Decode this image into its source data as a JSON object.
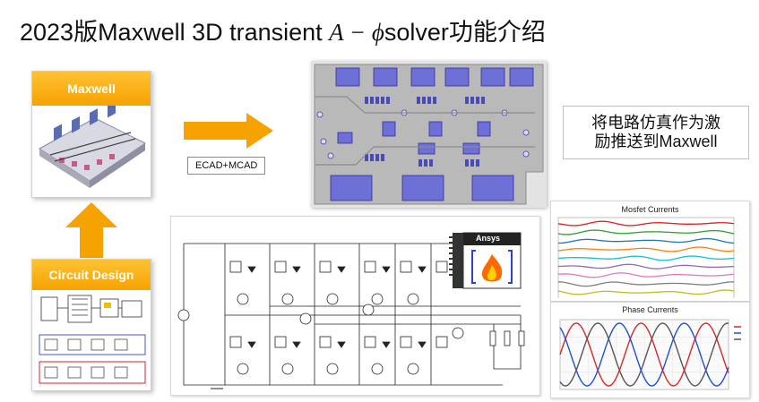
{
  "title": {
    "prefix": "2023版Maxwell 3D transient ",
    "math": "A − ϕ",
    "suffix": "solver功能介绍"
  },
  "maxwell_card": {
    "label": "Maxwell"
  },
  "circuit_card": {
    "label": "Circuit Design"
  },
  "arrow": {
    "label": "ECAD+MCAD"
  },
  "note": {
    "line1": "将电路仿真作为激",
    "line2": "励推送到Maxwell"
  },
  "schematic": {
    "logo": "Ansys"
  },
  "mosfet_chart": {
    "title": "Mosfet Currents",
    "colors": [
      "#e41a1c",
      "#2ca02c",
      "#1f77b4",
      "#ff7f0e",
      "#17becf",
      "#9467bd",
      "#e377c2",
      "#7f7f7f",
      "#bcbd22"
    ]
  },
  "phase_chart": {
    "title": "Phase Currents",
    "colors": [
      "#d62728",
      "#1f4fd6",
      "#555555"
    ]
  },
  "colors": {
    "orange": "#f6a200",
    "pcb_bg": "#b9b9b9",
    "pcb_pad": "#6f6fd8"
  }
}
